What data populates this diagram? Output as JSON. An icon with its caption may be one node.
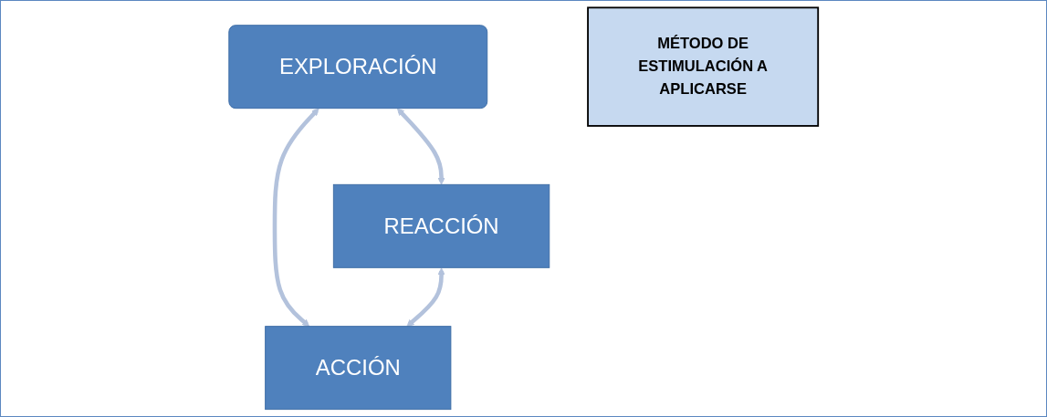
{
  "diagram": {
    "nodes": [
      {
        "text": [
          "EXPLORACIÓN"
        ]
      },
      {
        "text": [
          "MÉTODO DE ESTIMULACIÓN A APLICARSE"
        ]
      },
      {
        "text": [
          "REACCIÓN"
        ]
      },
      {
        "text": [
          "ACCIÓN"
        ]
      }
    ],
    "edges": [
      {
        "from": 0,
        "to": 2,
        "arrow": "both"
      },
      {
        "from": 0,
        "to": 3,
        "arrow": "both"
      },
      {
        "from": 2,
        "to": 3,
        "arrow": "both"
      }
    ]
  }
}
